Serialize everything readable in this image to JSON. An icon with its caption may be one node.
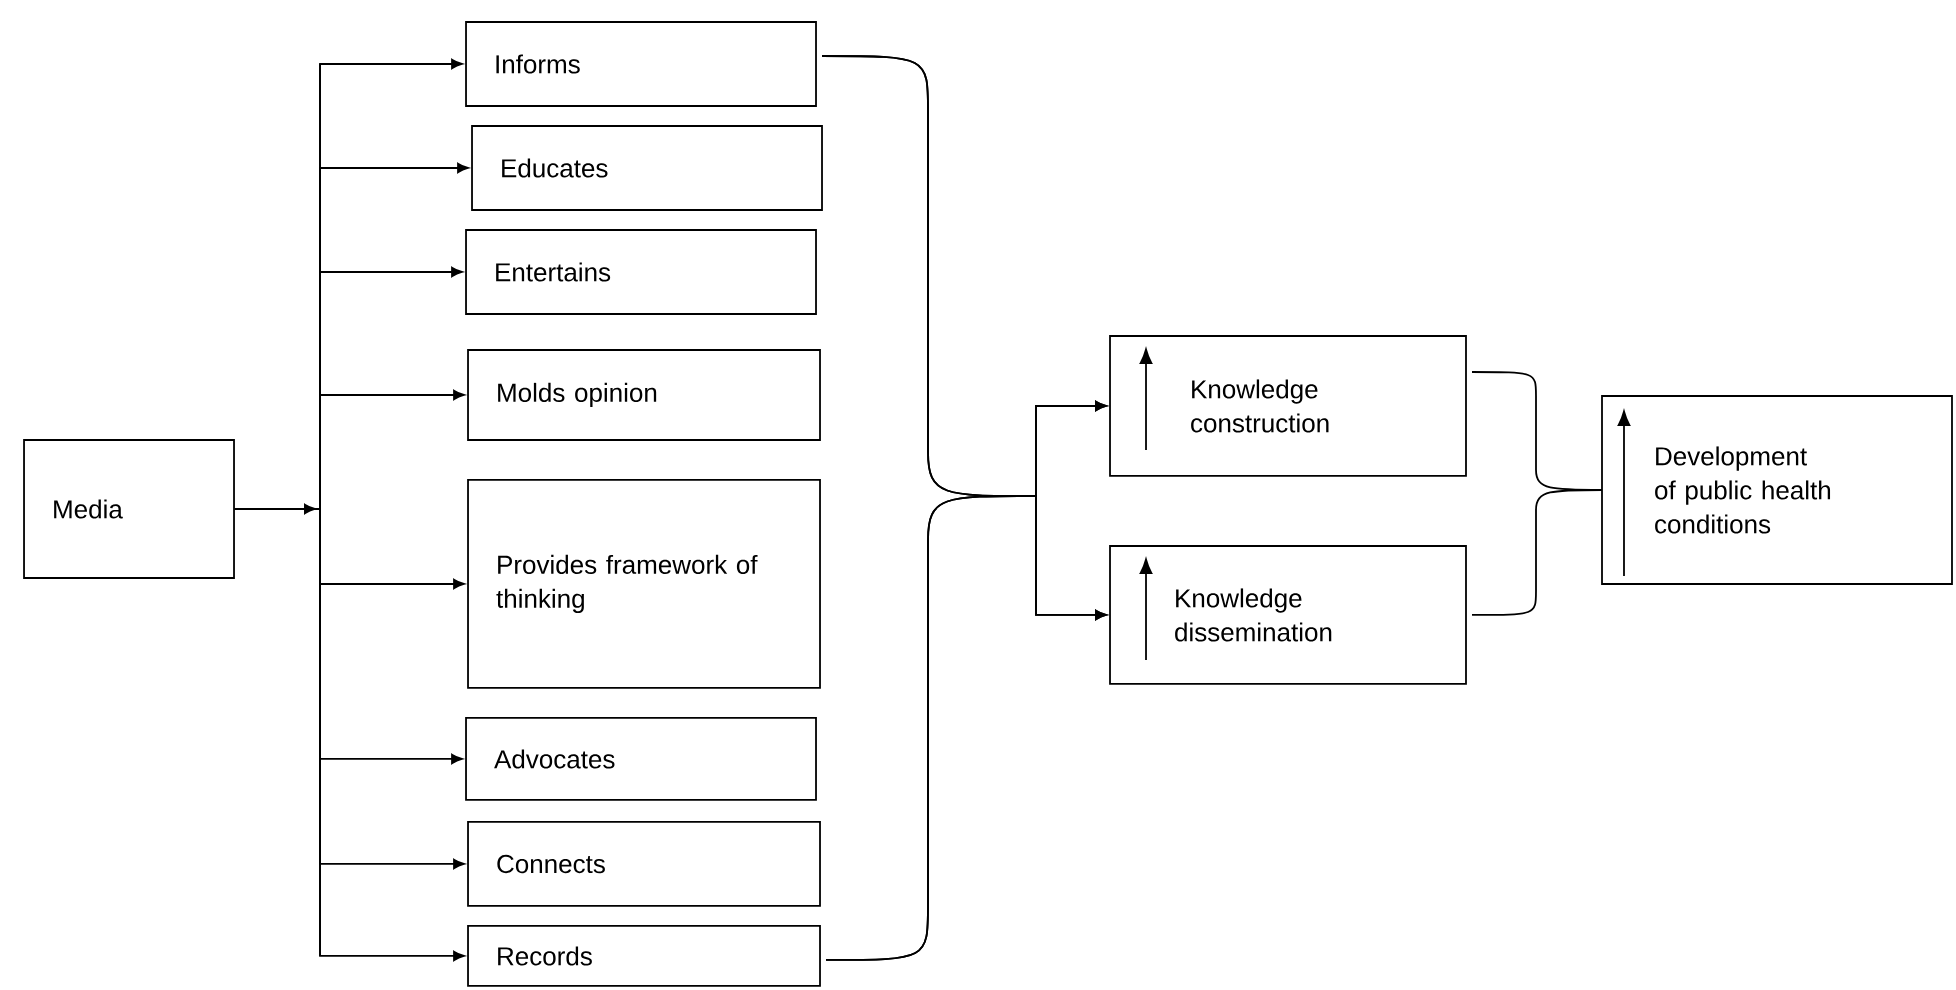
{
  "diagram": {
    "nodes": [
      {
        "text": [
          "Media"
        ]
      },
      {
        "text": [
          "Informs"
        ]
      },
      {
        "text": [
          "Educates"
        ]
      },
      {
        "text": [
          "Entertains"
        ]
      },
      {
        "text": [
          "Molds opinion"
        ]
      },
      {
        "text": [
          "Provides framework of thinking"
        ]
      },
      {
        "text": [
          "Advocates"
        ]
      },
      {
        "text": [
          "Connects"
        ]
      },
      {
        "text": [
          "Records"
        ]
      },
      {
        "text": [
          "Knowledge construction"
        ]
      },
      {
        "text": [
          "Knowledge dissemination"
        ]
      },
      {
        "text": [
          "Development of public health conditions"
        ]
      }
    ],
    "edges": [
      {
        "from": 0,
        "to": 1,
        "arrow": "to"
      },
      {
        "from": 0,
        "to": 2,
        "arrow": "to"
      },
      {
        "from": 0,
        "to": 3,
        "arrow": "to"
      },
      {
        "from": 0,
        "to": 4,
        "arrow": "to"
      },
      {
        "from": 0,
        "to": 5,
        "arrow": "to"
      },
      {
        "from": 0,
        "to": 6,
        "arrow": "to"
      },
      {
        "from": 0,
        "to": 7,
        "arrow": "to"
      },
      {
        "from": 0,
        "to": 8,
        "arrow": "to"
      },
      {
        "from": 1,
        "to": 9,
        "arrow": "to"
      },
      {
        "from": 1,
        "to": 10,
        "arrow": "to"
      },
      {
        "from": 8,
        "to": 9,
        "arrow": "to"
      },
      {
        "from": 8,
        "to": 10,
        "arrow": "to"
      },
      {
        "from": 9,
        "to": 11,
        "arrow": "none"
      },
      {
        "from": 10,
        "to": 11,
        "arrow": "none"
      }
    ]
  }
}
